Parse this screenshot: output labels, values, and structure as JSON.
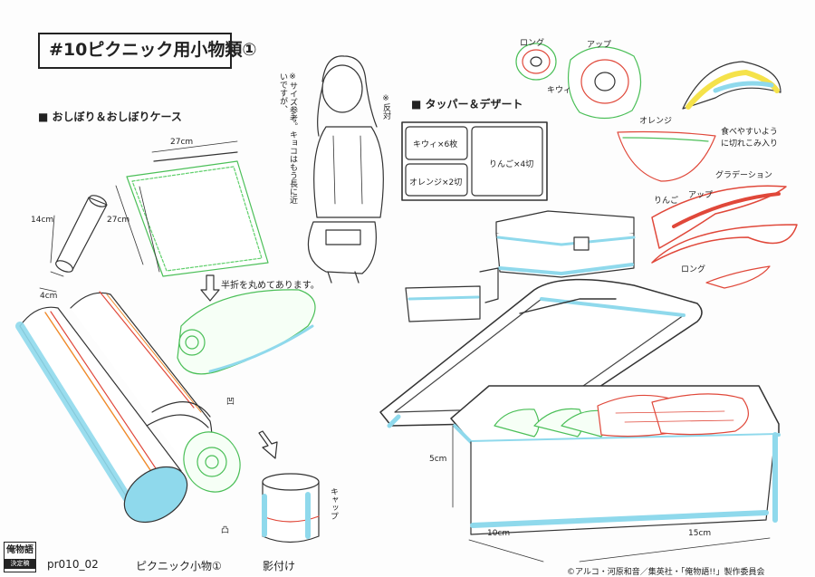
{
  "title": "#10ピクニック用小物類①",
  "section_oshibori": "■ おしぼり＆おしぼりケース",
  "section_tapper": "■ タッパー＆デザート",
  "dims": {
    "towel_width": "27cm",
    "towel_height": "27cm",
    "case_height": "14cm",
    "case_diameter": "4cm",
    "box_height": "5cm",
    "box_depth": "10cm",
    "box_width": "15cm"
  },
  "notes": {
    "fold": "半折を丸めてあります。",
    "size_ref": "※サイズ参考。キョコはもう長に近いですが、",
    "lid_label": "凹",
    "cap_label": "凸",
    "cap_text": "キャップ",
    "mirror_text": "※反対",
    "kiwi": "キウィ",
    "long": "ロング",
    "up": "アップ",
    "orange": "オレンジ",
    "apple": "りんご",
    "apple_up": "アップ",
    "apple_long": "ロング",
    "gradation": "グラデーション",
    "cut_note": "食べやすいように切れこみ入り"
  },
  "tray": {
    "kiwi": "キウィ×6枚",
    "orange": "オレンジ×2切",
    "apple": "りんご×4切"
  },
  "footer": {
    "logo_main": "俺物語",
    "logo_sub": "決定稿",
    "code": "pr010_02",
    "label": "ピクニック小物①",
    "shade": "影付け",
    "copyright": "©アルコ・河原和音／集英社・「俺物語!!」製作委員会"
  },
  "colors": {
    "ink": "#222222",
    "shadow_blue": "#8fd9ec",
    "highlight_green": "#5ecf6a",
    "red_line": "#e0483a",
    "orange_line": "#f08a2a",
    "yellow": "#f5e24a"
  }
}
